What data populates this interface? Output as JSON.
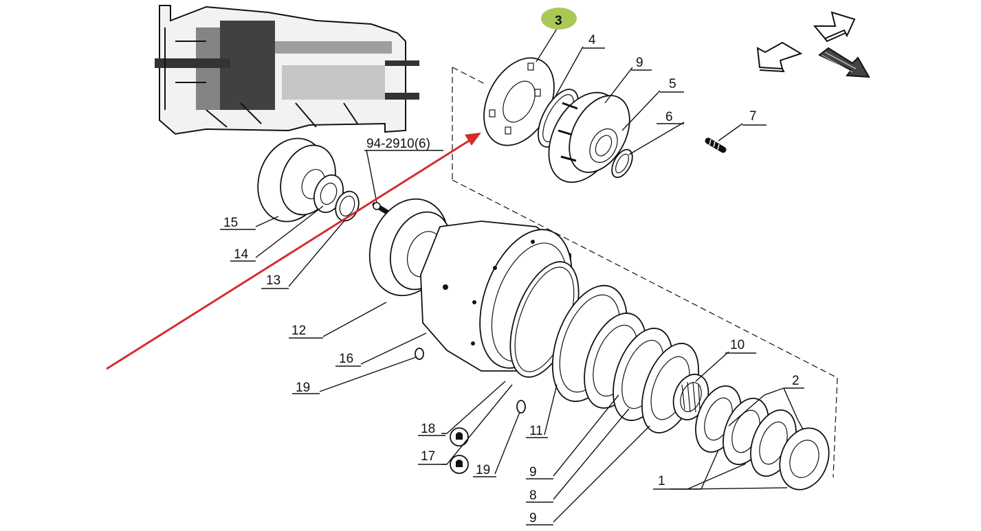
{
  "ref_code": "94-2910(6)",
  "highlight_color": "#a9c957",
  "arrow_color": "#d62b2b",
  "icons": [
    "transmission-section-icon",
    "nav-arrow-up-right-icon",
    "nav-arrow-down-left-icon",
    "nav-arrow-down-right-icon"
  ],
  "parts": [
    {
      "id": "p3",
      "label": "3",
      "highlighted": true
    },
    {
      "id": "p4",
      "label": "4"
    },
    {
      "id": "p9a",
      "label": "9"
    },
    {
      "id": "p5",
      "label": "5"
    },
    {
      "id": "p6",
      "label": "6"
    },
    {
      "id": "p7",
      "label": "7"
    },
    {
      "id": "p15",
      "label": "15"
    },
    {
      "id": "p14",
      "label": "14"
    },
    {
      "id": "p13",
      "label": "13"
    },
    {
      "id": "p12",
      "label": "12"
    },
    {
      "id": "p16",
      "label": "16"
    },
    {
      "id": "p19a",
      "label": "19"
    },
    {
      "id": "p10",
      "label": "10"
    },
    {
      "id": "p2",
      "label": "2"
    },
    {
      "id": "p18",
      "label": "18"
    },
    {
      "id": "p17",
      "label": "17"
    },
    {
      "id": "p19b",
      "label": "19"
    },
    {
      "id": "p11",
      "label": "11"
    },
    {
      "id": "p9b",
      "label": "9"
    },
    {
      "id": "p8",
      "label": "8"
    },
    {
      "id": "p9c",
      "label": "9"
    },
    {
      "id": "p1",
      "label": "1"
    }
  ]
}
